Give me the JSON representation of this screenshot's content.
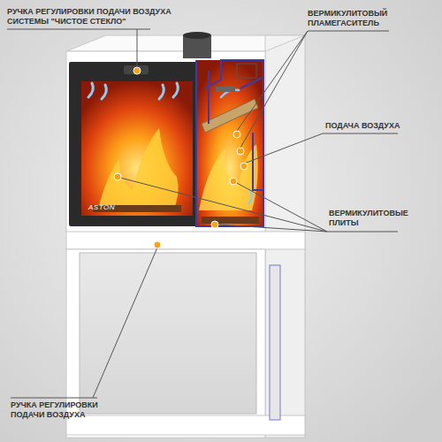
{
  "diagram": {
    "labels": [
      "РУЧКА РЕГУЛИРОВКИ ПОДАЧИ ВОЗДУХА СИСТЕМЫ \"ЧИСТОЕ СТЕКЛО\"",
      "ВЕРМИКУЛИТОВЫЙ ПЛАМЕГАСИТЕЛЬ",
      "ПОДАЧА ВОЗДУХА",
      "ВЕРМИКУЛИТОВЫЕ ПЛИТЫ",
      "РУЧКА РЕГУЛИРОВКИ ПОДАЧИ ВОЗДУХА",
      "ASTON"
    ]
  }
}
